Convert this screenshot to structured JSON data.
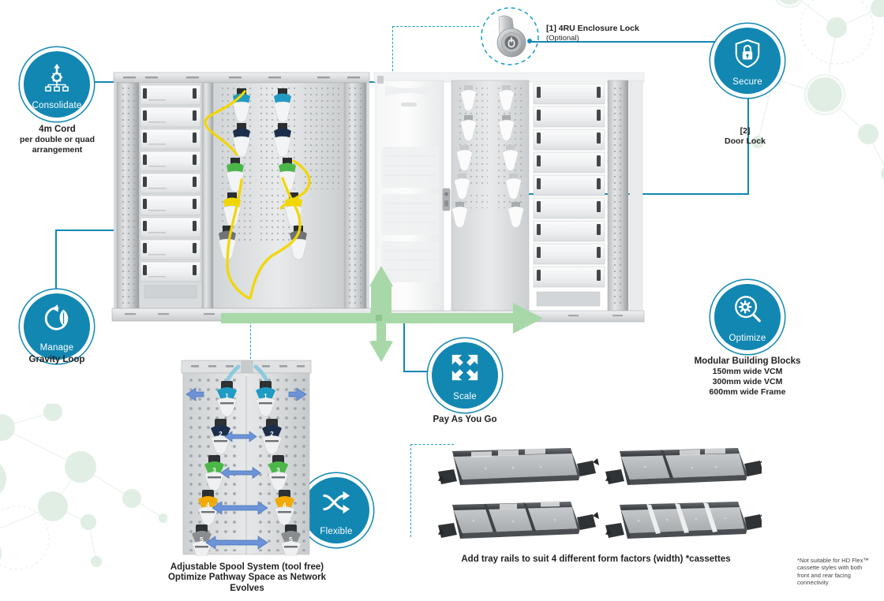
{
  "brand": {
    "blue": "#1287b1",
    "blue_dark": "#0f6f92",
    "green_arrow": "#a8d8a8",
    "mint": "#dcece0",
    "cable_yellow": "#f2d600",
    "arrow_blue": "#6b93d6"
  },
  "badges": [
    {
      "id": "consolidate",
      "label": "Consolidate",
      "icon": "consolidate-icon"
    },
    {
      "id": "secure",
      "label": "Secure",
      "icon": "shield-lock-icon"
    },
    {
      "id": "manage",
      "label": "Manage",
      "icon": "recycle-leaf-icon"
    },
    {
      "id": "optimize",
      "label": "Optimize",
      "icon": "magnifier-gear-icon"
    },
    {
      "id": "scale",
      "label": "Scale",
      "icon": "expand-arrows-icon"
    },
    {
      "id": "flexible",
      "label": "Flexible",
      "icon": "shuffle-arrows-icon"
    }
  ],
  "captions": {
    "consolidate": {
      "title": "4m Cord",
      "line2": "per double or quad",
      "line3": "arrangement"
    },
    "manage": {
      "title": "Gravity Loop"
    },
    "scale": {
      "title": "Pay As You Go"
    },
    "optimize": {
      "title": "Modular Building Blocks",
      "line2": "150mm wide VCM",
      "line3": "300mm wide VCM",
      "line4": "600mm wide Frame"
    },
    "spool": {
      "line1": "Adjustable Spool System (tool free)",
      "line2": "Optimize Pathway Space as Network Evolves"
    },
    "trays": {
      "title": "Add tray rails to suit 4 different form factors (width) *cassettes"
    }
  },
  "callouts": {
    "enclosure_lock": {
      "title": "[1] 4RU Enclosure Lock",
      "subtitle": "(Optional)",
      "icon": "cam-lock-icon"
    },
    "door_lock": {
      "line1": "[2]",
      "line2": "Door Lock"
    }
  },
  "footnote": {
    "line1": "*Not suitable for HD Flex™",
    "line2": "cassette styles with both",
    "line3": "front and rear facing",
    "line4": "connectivity"
  },
  "spool_panel": {
    "spools": [
      {
        "number": "1",
        "color": "#1f9bc4"
      },
      {
        "number": "2",
        "color": "#1c2f4a"
      },
      {
        "number": "3",
        "color": "#4cb749"
      },
      {
        "number": "4",
        "color": "#f2a900"
      },
      {
        "number": "5",
        "color": "#8a8d8f"
      }
    ]
  },
  "tray_rails": {
    "count": 4,
    "items": [
      {
        "id": "tray-1-wide",
        "dividers": 0
      },
      {
        "id": "tray-2-split",
        "dividers": 1
      },
      {
        "id": "tray-3-split",
        "dividers": 2
      },
      {
        "id": "tray-4-split",
        "dividers": 3
      }
    ]
  },
  "rack": {
    "left_frame": {
      "id": "open-frame-rack",
      "tray_rows": 10
    },
    "right_cabinet": {
      "id": "enclosed-cabinet",
      "tray_rows": 10,
      "has_door": true
    }
  }
}
